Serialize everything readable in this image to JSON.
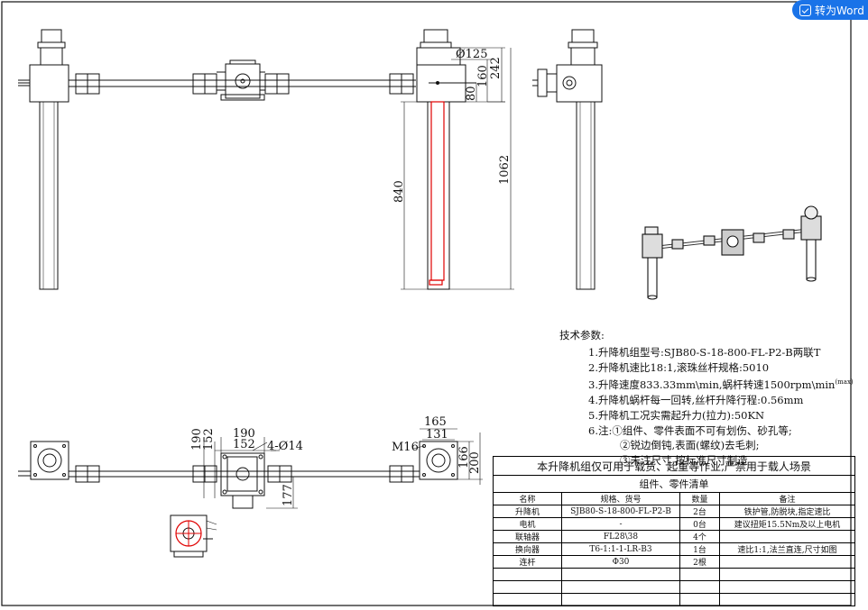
{
  "toolbar": {
    "convert_label": "转为Word"
  },
  "dimensions": {
    "d125": "Ø125",
    "d242": "242",
    "d160": "160",
    "d80": "80",
    "d840": "840",
    "d1062": "1062",
    "d190a": "190",
    "d190b": "190",
    "d152a": "152",
    "d152b": "152",
    "d4phi14": "4-Ø14",
    "d177": "177",
    "d165": "165",
    "d131": "131",
    "dM16": "M16",
    "d166": "166",
    "d200": "200"
  },
  "params": {
    "title": "技术参数:",
    "lines": [
      "1.升降机组型号:SJB80-S-18-800-FL-P2-B两联T",
      "2.升降机速比18:1,滚珠丝杆规格:5010",
      "3.升降速度833.33mm\\min,蜗杆转速1500rpm\\min",
      "4.升降机蜗杆每一回转,丝杆升降行程:0.56mm",
      "5.升降机工况实需起升力(拉力):50KN",
      "6.注:①组件、零件表面不可有划伤、砂孔等;"
    ],
    "max_sup": "(max)",
    "sub_lines": [
      "②锐边倒钝,表面(螺纹)去毛刺;",
      "③未注尺寸,按标准尺寸制造"
    ]
  },
  "bom": {
    "warning": "本升降机组仅可用于载货、起重等作业,严禁用于载人场景",
    "list_title": "组件、零件清单",
    "headers": [
      "名称",
      "规格、货号",
      "数量",
      "备注"
    ],
    "rows": [
      [
        "升降机",
        "SJB80-S-18-800-FL-P2-B",
        "2台",
        "铁护管,防脱块,指定速比"
      ],
      [
        "电机",
        "-",
        "0台",
        "建议扭矩15.5Nm及以上电机"
      ],
      [
        "联轴器",
        "FL28\\38",
        "4个",
        ""
      ],
      [
        "换向器",
        "T6-1:1-1-LR-B3",
        "1台",
        "速比1:1,法兰直连,尺寸如图"
      ],
      [
        "连杆",
        "Φ30",
        "2根",
        ""
      ],
      [
        "",
        "",
        "",
        ""
      ],
      [
        "",
        "",
        "",
        ""
      ],
      [
        "",
        "",
        "",
        ""
      ]
    ]
  }
}
